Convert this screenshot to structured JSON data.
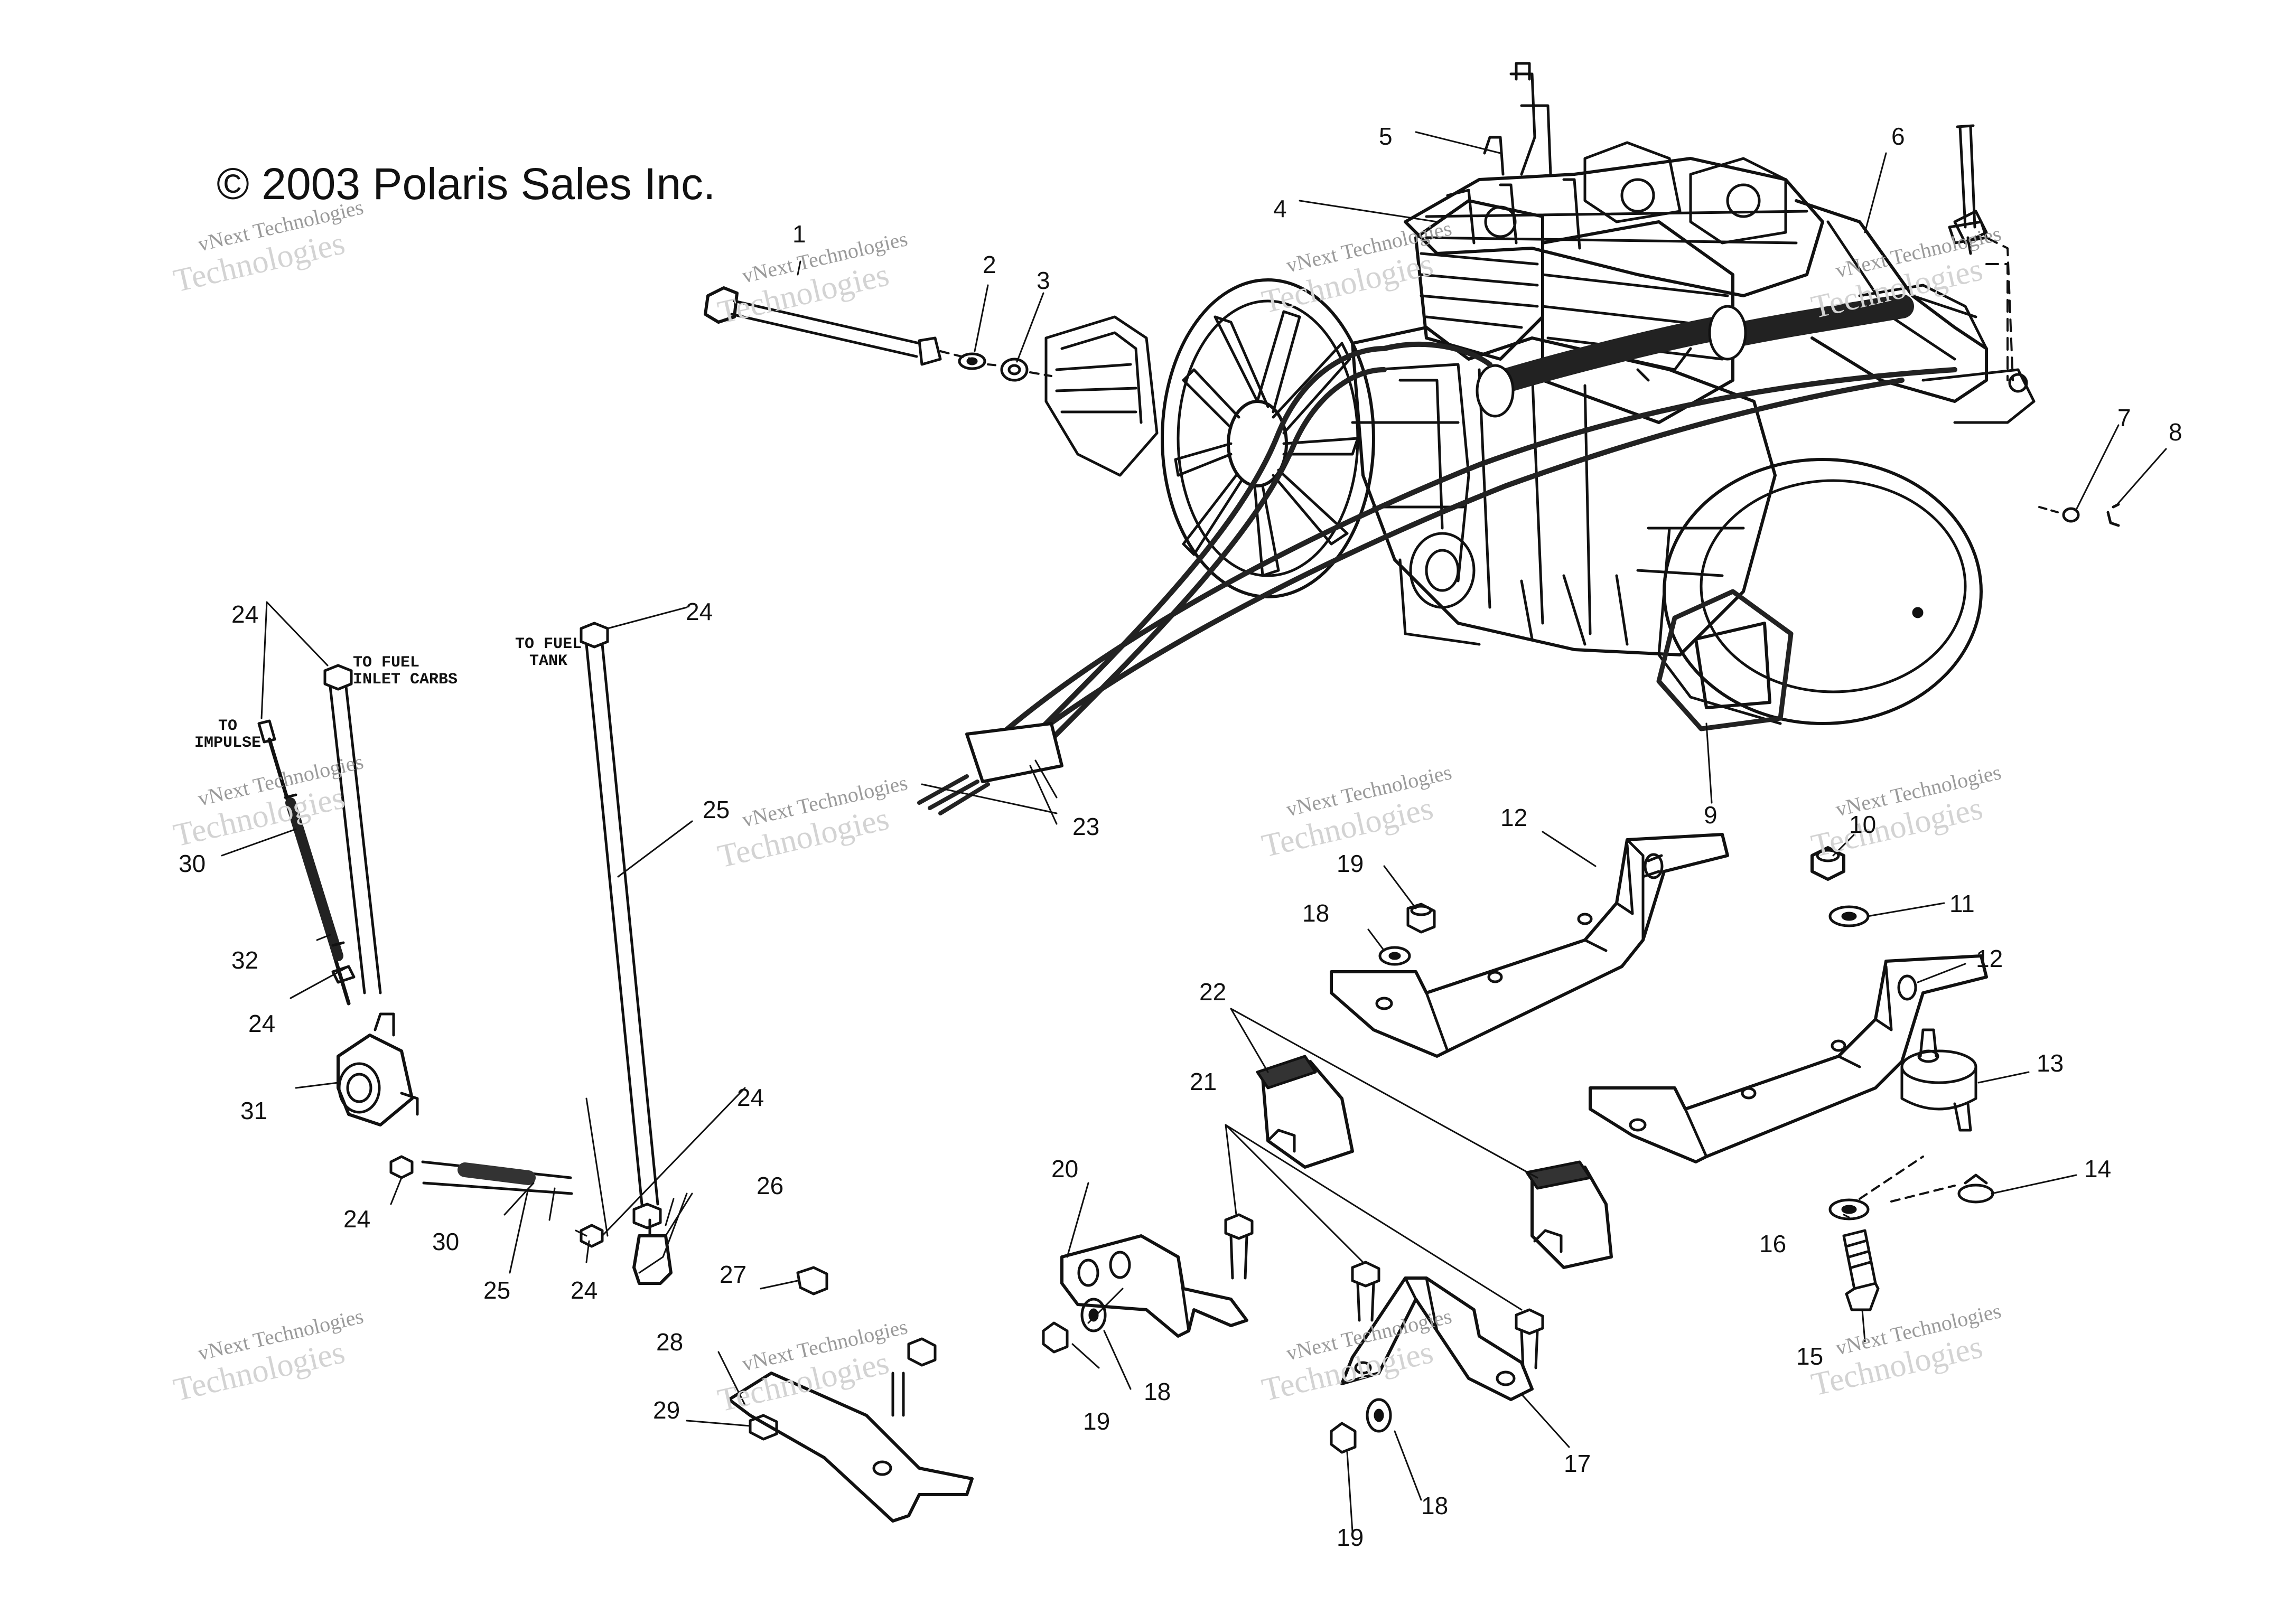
{
  "copyright": "© 2003 Polaris Sales Inc.",
  "notes": [
    {
      "id": "note-fuel-inlet-carbs",
      "lines": [
        "TO FUEL",
        "INLET CARBS"
      ]
    },
    {
      "id": "note-impulse",
      "lines": [
        "TO",
        "IMPULSE"
      ]
    },
    {
      "id": "note-fuel-tank",
      "lines": [
        "TO FUEL",
        "TANK"
      ]
    }
  ],
  "watermark": {
    "line1": "vNext Technologies",
    "line2": "Technologies"
  },
  "callouts": [
    {
      "n": "1"
    },
    {
      "n": "2"
    },
    {
      "n": "3"
    },
    {
      "n": "4"
    },
    {
      "n": "5"
    },
    {
      "n": "6"
    },
    {
      "n": "7"
    },
    {
      "n": "8"
    },
    {
      "n": "9"
    },
    {
      "n": "10"
    },
    {
      "n": "11"
    },
    {
      "n": "12"
    },
    {
      "n": "12"
    },
    {
      "n": "13"
    },
    {
      "n": "14"
    },
    {
      "n": "15"
    },
    {
      "n": "16"
    },
    {
      "n": "17"
    },
    {
      "n": "18"
    },
    {
      "n": "18"
    },
    {
      "n": "18"
    },
    {
      "n": "19"
    },
    {
      "n": "19"
    },
    {
      "n": "19"
    },
    {
      "n": "20"
    },
    {
      "n": "21"
    },
    {
      "n": "22"
    },
    {
      "n": "23"
    },
    {
      "n": "24"
    },
    {
      "n": "24"
    },
    {
      "n": "24"
    },
    {
      "n": "24"
    },
    {
      "n": "24"
    },
    {
      "n": "24"
    },
    {
      "n": "25"
    },
    {
      "n": "25"
    },
    {
      "n": "26"
    },
    {
      "n": "27"
    },
    {
      "n": "28"
    },
    {
      "n": "29"
    },
    {
      "n": "30"
    },
    {
      "n": "30"
    },
    {
      "n": "31"
    },
    {
      "n": "32"
    }
  ]
}
